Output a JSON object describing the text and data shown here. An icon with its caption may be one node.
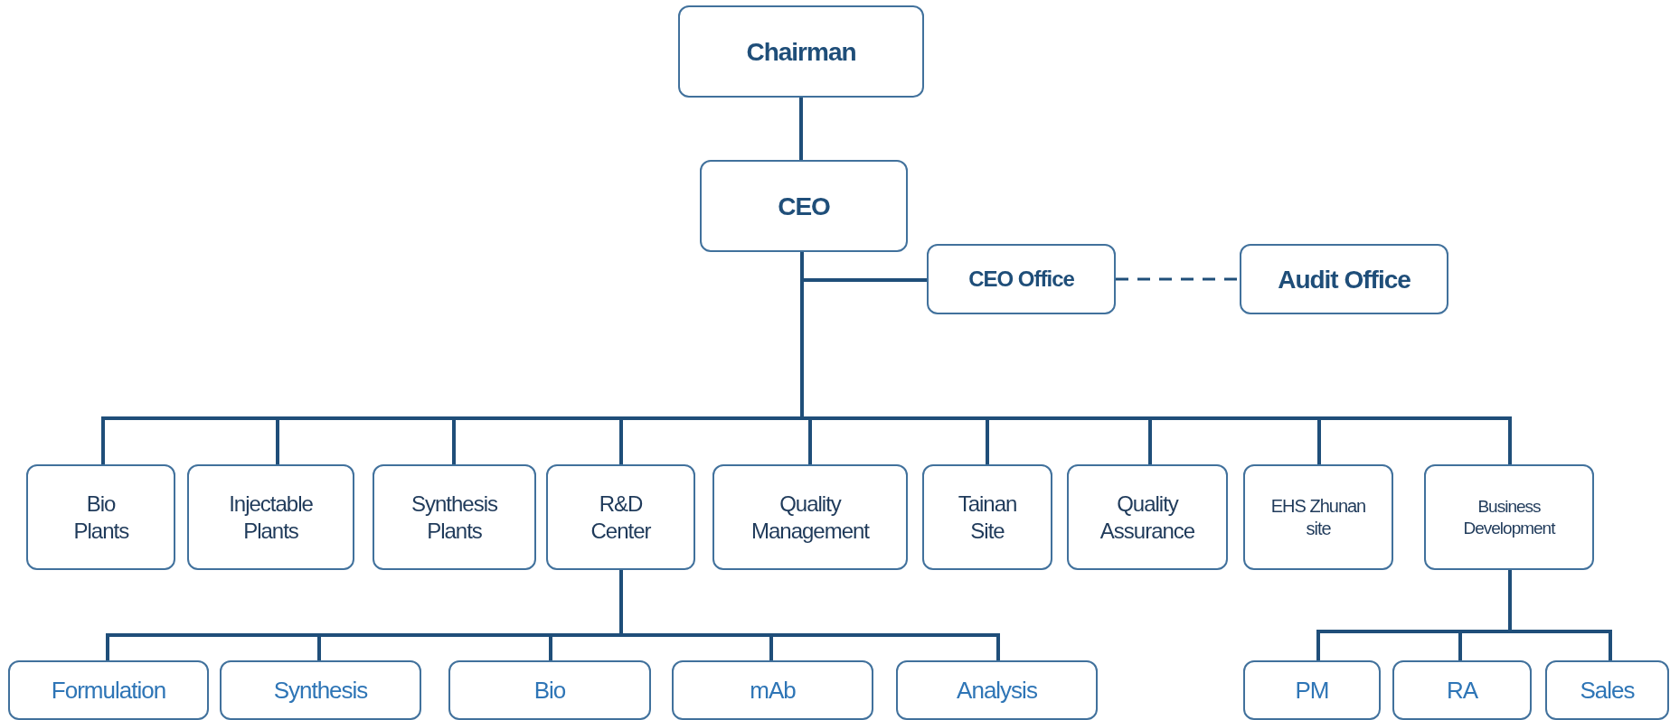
{
  "diagram": {
    "nodes": [
      {
        "text": [
          "Chairman"
        ]
      },
      {
        "text": [
          "CEO"
        ]
      },
      {
        "text": [
          "CEO Office"
        ]
      },
      {
        "text": [
          "Audit Office"
        ]
      },
      {
        "text": [
          "Bio Plants"
        ]
      },
      {
        "text": [
          "Injectable Plants"
        ]
      },
      {
        "text": [
          "Synthesis Plants"
        ]
      },
      {
        "text": [
          "R&D Center"
        ]
      },
      {
        "text": [
          "Quality Management"
        ]
      },
      {
        "text": [
          "Tainan Site"
        ]
      },
      {
        "text": [
          "Quality Assurance"
        ]
      },
      {
        "text": [
          "EHS Zhunan site"
        ]
      },
      {
        "text": [
          "Business Development"
        ]
      },
      {
        "text": [
          "Formulation"
        ]
      },
      {
        "text": [
          "Synthesis"
        ]
      },
      {
        "text": [
          "Bio"
        ]
      },
      {
        "text": [
          "mAb"
        ]
      },
      {
        "text": [
          "Analysis"
        ]
      },
      {
        "text": [
          "PM"
        ]
      },
      {
        "text": [
          "RA"
        ]
      },
      {
        "text": [
          "Sales"
        ]
      }
    ],
    "edges": [
      {
        "from": 0,
        "to": 1,
        "arrow": "none"
      },
      {
        "from": 1,
        "to": 2,
        "arrow": "none"
      },
      {
        "from": 2,
        "to": 3,
        "arrow": "none",
        "style": "dashed"
      },
      {
        "from": 1,
        "to": 4,
        "arrow": "none"
      },
      {
        "from": 1,
        "to": 5,
        "arrow": "none"
      },
      {
        "from": 1,
        "to": 6,
        "arrow": "none"
      },
      {
        "from": 1,
        "to": 7,
        "arrow": "none"
      },
      {
        "from": 1,
        "to": 8,
        "arrow": "none"
      },
      {
        "from": 1,
        "to": 9,
        "arrow": "none"
      },
      {
        "from": 1,
        "to": 10,
        "arrow": "none"
      },
      {
        "from": 1,
        "to": 11,
        "arrow": "none"
      },
      {
        "from": 1,
        "to": 12,
        "arrow": "none"
      },
      {
        "from": 7,
        "to": 13,
        "arrow": "none"
      },
      {
        "from": 7,
        "to": 14,
        "arrow": "none"
      },
      {
        "from": 7,
        "to": 15,
        "arrow": "none"
      },
      {
        "from": 7,
        "to": 16,
        "arrow": "none"
      },
      {
        "from": 7,
        "to": 17,
        "arrow": "none"
      },
      {
        "from": 12,
        "to": 18,
        "arrow": "none"
      },
      {
        "from": 12,
        "to": 19,
        "arrow": "none"
      },
      {
        "from": 12,
        "to": 20,
        "arrow": "none"
      }
    ]
  }
}
